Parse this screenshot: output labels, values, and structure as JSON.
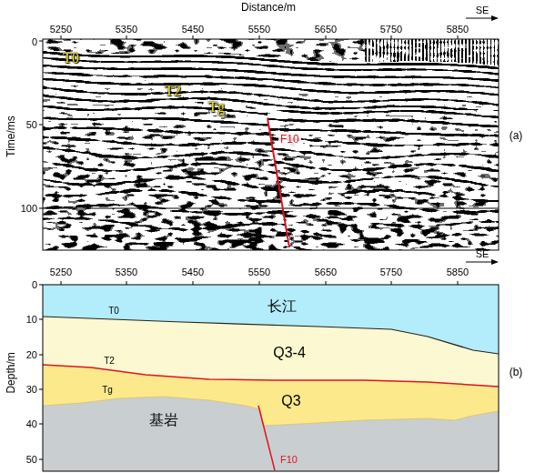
{
  "diagram": {
    "nodes": [
      {
        "text": [
          "长江"
        ]
      },
      {
        "text": [
          "Q3-4"
        ]
      },
      {
        "text": [
          "Q3"
        ]
      },
      {
        "text": [
          "基岩"
        ]
      }
    ],
    "labels": [
      "Distance/m",
      "SE",
      "5250",
      "5350",
      "5450",
      "5550",
      "5650",
      "5750",
      "5850",
      "Time/ms",
      "0",
      "50",
      "100",
      "T0",
      "T2",
      "Tg",
      "F10",
      "(a)",
      "5250",
      "5350",
      "5450",
      "5550",
      "5650",
      "5750",
      "5850",
      "SE",
      "Depth/m",
      "0",
      "10",
      "20",
      "30",
      "40",
      "50",
      "T0",
      "T2",
      "Tg",
      "F10",
      "(b)"
    ]
  }
}
